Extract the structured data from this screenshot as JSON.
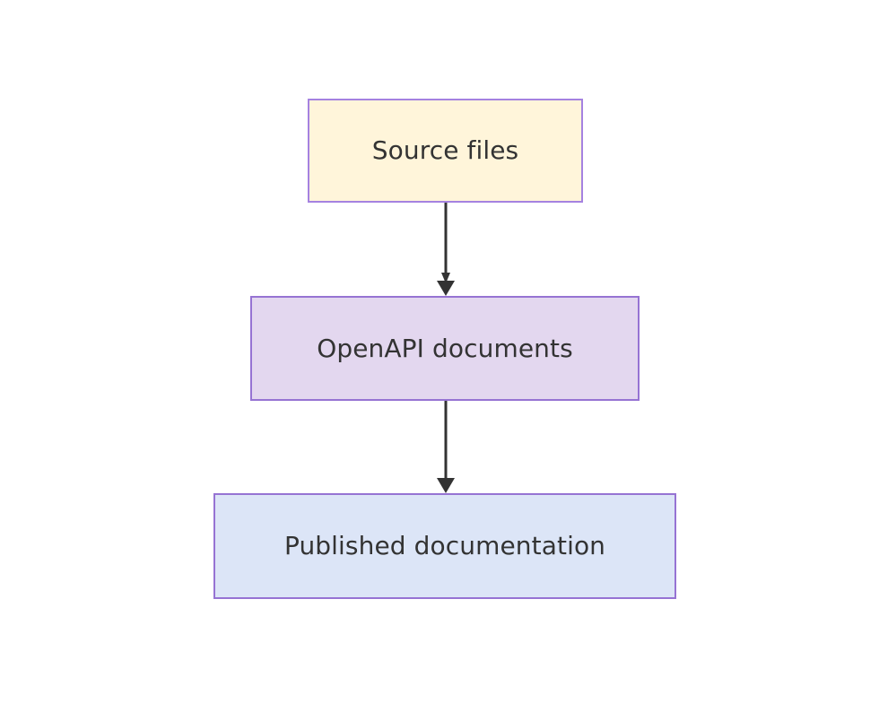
{
  "diagram": {
    "type": "flowchart",
    "direction": "top-to-bottom",
    "background_color": "#ffffff",
    "title": "",
    "nodes": [
      {
        "id": "source-files",
        "label": "Source files",
        "fill_color": "#fff5da",
        "border_color": "#a582e0",
        "text_color": "#333333",
        "shape": "rectangle"
      },
      {
        "id": "openapi-documents",
        "label": "OpenAPI documents",
        "fill_color": "#e3d7ef",
        "border_color": "#9673d3",
        "text_color": "#333333",
        "shape": "rectangle"
      },
      {
        "id": "published-documentation",
        "label": "Published documentation",
        "fill_color": "#dce5f7",
        "border_color": "#9673d3",
        "text_color": "#333333",
        "shape": "rectangle"
      }
    ],
    "edges": [
      {
        "id": "edge-source-to-openapi",
        "from": "source-files",
        "to": "openapi-documents",
        "label": "",
        "arrowhead": "filled-triangle",
        "line_color": "#333333",
        "style": "solid"
      },
      {
        "id": "edge-openapi-to-published",
        "from": "openapi-documents",
        "to": "published-documentation",
        "label": "",
        "arrowhead": "filled-triangle",
        "line_color": "#333333",
        "style": "solid"
      }
    ]
  }
}
